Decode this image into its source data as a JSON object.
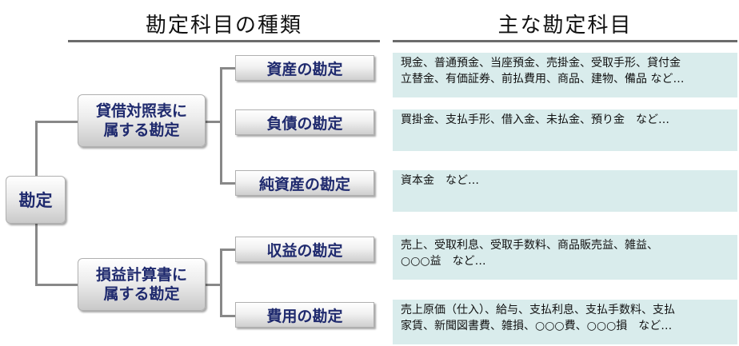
{
  "headers": {
    "types": "勘定科目の種類",
    "main": "主な勘定科目"
  },
  "root": {
    "label": "勘定"
  },
  "groups": [
    {
      "label": "貸借対照表に\n属する勘定"
    },
    {
      "label": "損益計算書に\n属する勘定"
    }
  ],
  "accounts": [
    {
      "label": "資産の勘定",
      "examples": "現金、普通預金、当座預金、売掛金、受取手形、貸付金\n立替金、有価証券、前払費用、商品、建物、備品 など…"
    },
    {
      "label": "負債の勘定",
      "examples": "買掛金、支払手形、借入金、未払金、預り金　など…"
    },
    {
      "label": "純資産の勘定",
      "examples": "資本金　など…"
    },
    {
      "label": "収益の勘定",
      "examples": "売上、受取利息、受取手数料、商品販売益、雑益、\n○○○益　など…"
    },
    {
      "label": "費用の勘定",
      "examples": "売上原価（仕入）、給与、支払利息、支払手数料、支払\n家賃、新聞図書費、雑損、○○○費、○○○損　など…"
    }
  ]
}
